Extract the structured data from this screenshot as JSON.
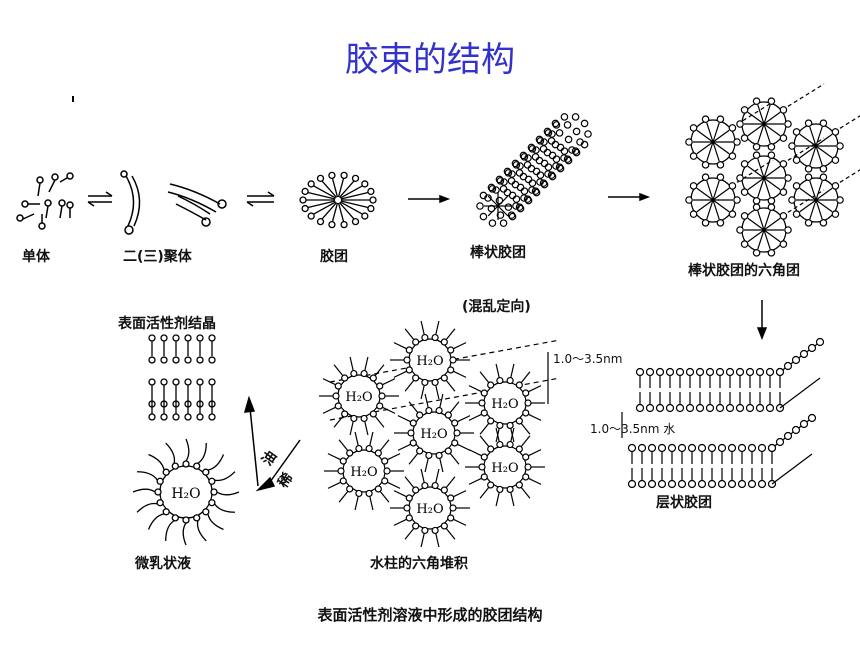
{
  "title": "胶束的结构",
  "labels": {
    "monomer": "单体",
    "dimer": "二(三)聚体",
    "micelle": "胶团",
    "rod_micelle": "棒状胶团",
    "hex_rod": "棒状胶团的六角团",
    "disorder": "(混乱定向)",
    "crystal": "表面活性剂结晶",
    "layer_micelle": "层状胶团",
    "water_hex": "水柱的六角堆积",
    "microemulsion": "微乳状液",
    "oil": "油",
    "dilute": "稀",
    "dim1": "1.0～3.5nm",
    "dim2": "1.0～3.5nm 水",
    "h2o": "H₂O"
  },
  "caption": "表面活性剂溶液中形成的胶团结构"
}
